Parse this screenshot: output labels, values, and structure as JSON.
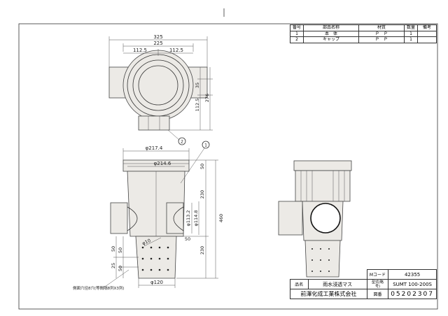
{
  "bom": {
    "headers": [
      "番号",
      "部品名称",
      "材質",
      "数量",
      "備考"
    ],
    "rows": [
      [
        "1",
        "本　体",
        "Ｐ　Ｐ",
        "1",
        ""
      ],
      [
        "2",
        "キャップ",
        "Ｐ　Ｐ",
        "1",
        ""
      ]
    ]
  },
  "title_block": {
    "mcode_label": "Mコード",
    "mcode_value": "42355",
    "name_label": "品名",
    "name_value": "雨水浸透マス",
    "model_label": "型式(略号)",
    "model_value": "SUMT 100-200S",
    "company": "前澤化成工業株式会社",
    "drawing_no_label": "図番",
    "drawing_no_value": "05202307"
  },
  "dims": {
    "top_width_outer": "325",
    "top_width_mid": "225",
    "top_half_left": "112.5",
    "top_half_right": "112.5",
    "top_right_small": "35",
    "top_right_mid": "112.5",
    "top_right_total": "276",
    "dia_outer": "φ217.4",
    "dia_inner": "φ214.6",
    "dim_50_top": "50",
    "dim_230_upper": "230",
    "dim_460": "460",
    "dia_113": "φ113.2",
    "dia_114": "φ114.8",
    "dim_50_mid": "50",
    "dim_230_lower": "230",
    "dia_10": "φ10",
    "dim_50_a": "50",
    "dim_50_b": "50",
    "dim_25": "25",
    "dim_50_c": "50",
    "dia_120": "φ120",
    "callout_1": "1",
    "callout_2": "2",
    "hole_note": "側面穴径8穴(等間隔8列X3列)"
  }
}
